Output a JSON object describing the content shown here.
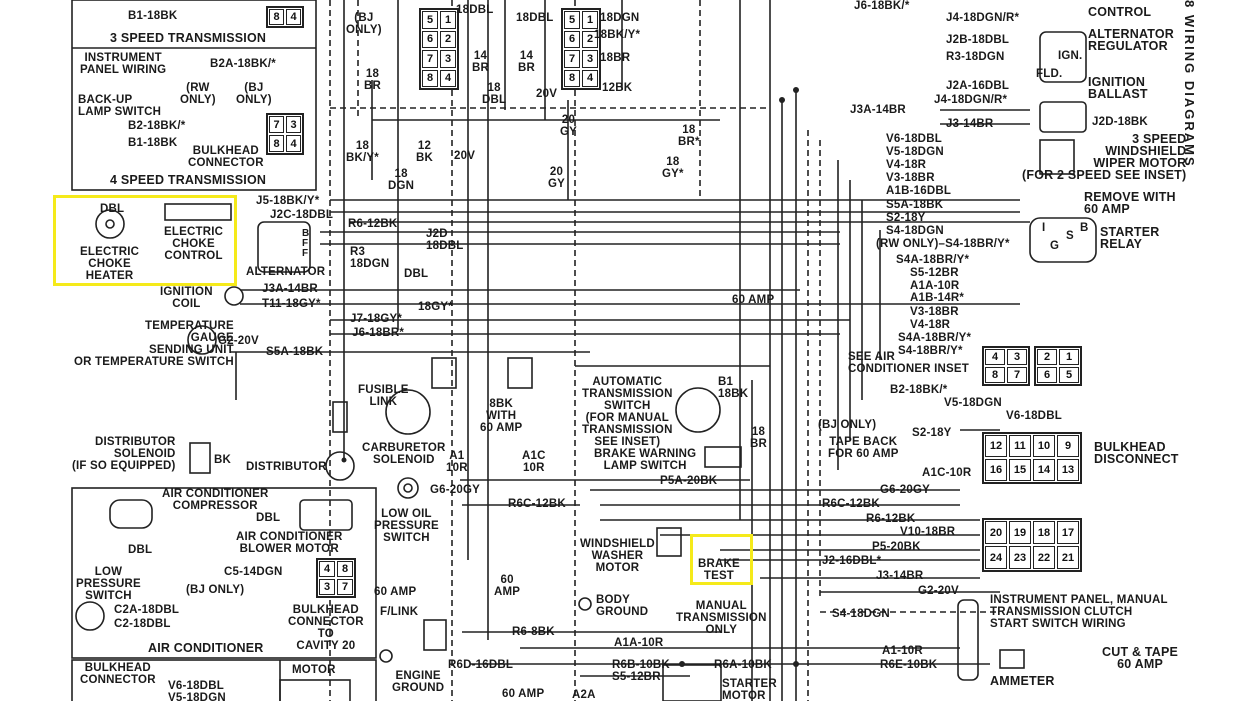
{
  "diagram": {
    "side_title": "8  WIRING DIAGRAMS",
    "highlight_color": "#f5ea1a",
    "labels": {
      "b1_18bk_top": "B1-18BK",
      "speed3_trans": "3 SPEED TRANSMISSION",
      "inst_panel_wiring": "INSTRUMENT\nPANEL WIRING",
      "b2a_18bk": "B2A-18BK/*",
      "rw_only": "(RW\nONLY)",
      "bj_only_1": "(BJ\nONLY)",
      "backup_lamp": "BACK-UP\nLAMP SWITCH",
      "b2_18bk": "B2-18BK/*",
      "b1_18bk": "B1-18BK",
      "bulkhead_connector": "BULKHEAD\nCONNECTOR",
      "speed4_trans": "4 SPEED TRANSMISSION",
      "dbl_choke": "DBL",
      "electric_choke_heater": "ELECTRIC\nCHOKE\nHEATER",
      "electric_choke_control": "ELECTRIC\nCHOKE\nCONTROL",
      "j5_18bk": "J5-18BK/Y*",
      "j2c_18dbl": "J2C-18DBL",
      "r6_12bk": "R6-12BK",
      "j2d_18dbl": "J2D\n18DBL",
      "r3_18dgn": "R3\n18DGN",
      "dbl_vert": "DBL",
      "alternator": "ALTERNATOR",
      "bff": "B\nF\nF",
      "ignition_coil": "IGNITION\nCOIL",
      "j3a_14br": "J3A-14BR",
      "t11_18gy": "T11-18GY*",
      "gy18_mid": "18GY*",
      "j7_18gy": "J7-18GY*",
      "j6_18br": "J6-18BR*",
      "temp_gauge": "TEMPERATURE\nGAUGE\nSENDING UNIT\nOR TEMPERATURE SWITCH",
      "g2_20v": "G2-20V",
      "s5a_18bk": "S5A-18BK",
      "fusible_link": "FUSIBLE\nLINK",
      "bk8_60amp": "8BK\nWITH\n60 AMP",
      "carb_solenoid": "CARBURETOR\nSOLENOID",
      "a1_10r": "A1\n10R",
      "a1c_10r": "A1C\n10R",
      "distributor_solenoid": "DISTRIBUTOR\nSOLENOID\n(IF SO EQUIPPED)",
      "bk": "BK",
      "distributor": "DISTRIBUTOR",
      "top_18dbl_1": "18DBL",
      "bj_only_top": "(BJ\nONLY)",
      "top_18dbl_2": "18DBL",
      "top_18dgn": "18DGN",
      "top_18bk_y": "18BK/Y*",
      "top_18br": "18BR",
      "br14_a": "14\nBR",
      "br18_a": "18\nBR",
      "dbl18_a": "18\nDBL",
      "br14_b": "14\nBR",
      "v20_a": "20V",
      "bk12_a": "12BK",
      "gy20_a": "20\nGY",
      "br18_b": "18\nBR*",
      "bky18": "18\nBK/Y*",
      "bk12_b": "12\nBK",
      "v20_b": "20V",
      "dgn18": "18\nDGN",
      "gy20_b": "20\nGY",
      "gy18_c": "18\nGY*",
      "j6_18bk": "J6-18BK/*",
      "control": "CONTROL",
      "j4_18dgn": "J4-18DGN/R*",
      "j2b_18dbl": "J2B-18DBL",
      "r3_18dgn_r": "R3-18DGN",
      "alt_regulator": "ALTERNATOR\nREGULATOR",
      "ign": "IGN.",
      "fld": "FLD.",
      "j2a_16dbl": "J2A-16DBL",
      "j4_18dgn_r2": "J4-18DGN/R*",
      "ignition_ballast": "IGNITION\nBALLAST",
      "j3a_14br_r": "J3A-14BR",
      "j3_14br": "J3-14BR",
      "j2d_18bk": "J2D-18BK",
      "speed3_wiper": "3 SPEED\nWINDSHIELD\nWIPER MOTOR\n(FOR 2 SPEED SEE INSET)",
      "v6_18dbl": "V6-18DBL",
      "v5_18dgn": "V5-18DGN",
      "v4_18r": "V4-18R",
      "v3_18br": "V3-18BR",
      "a1b_16dbl": "A1B-16DBL",
      "s5a_18bk_r": "S5A-18BK",
      "s2_18y": "S2-18Y",
      "s4_18dgn": "S4-18DGN",
      "rw_only_s4": "(RW ONLY)–S4-18BR/Y*",
      "s4a_18br_y": "S4A-18BR/Y*",
      "s5_12br": "S5-12BR",
      "a1a_10r": "A1A-10R",
      "a1b_14r": "A1B-14R*",
      "v3_18br_b": "V3-18BR",
      "v4_18r_b": "V4-18R",
      "s4a_18br_y2": "S4A-18BR/Y*",
      "s4_18br_y": "S4-18BR/Y*",
      "remove_60amp": "REMOVE WITH\n60 AMP",
      "starter_relay": "STARTER\nRELAY",
      "relay_i": "I",
      "relay_g": "G",
      "relay_s": "S",
      "relay_b": "B",
      "amp60_a": "60 AMP",
      "see_air_cond": "SEE AIR\nCONDITIONER INSET",
      "b2_18bk_r": "B2-18BK/*",
      "v5_18dgn_b": "V5-18DGN",
      "v6_18dbl_b": "V6-18DBL",
      "auto_trans": "AUTOMATIC\nTRANSMISSION\nSWITCH\n(FOR MANUAL\nTRANSMISSION\nSEE INSET)",
      "b1_18bk_mid": "B1\n18BK",
      "br18_c": "18\nBR",
      "brake_warning": "BRAKE WARNING\nLAMP SWITCH",
      "bj_only_b": "(BJ ONLY)",
      "tape_back": "TAPE BACK\nFOR 60 AMP",
      "s2_18y_b": "S2-18Y",
      "bulkhead_disconnect": "BULKHEAD\nDISCONNECT",
      "a1c_10r_b": "A1C-10R",
      "p5a_20bk": "P5A-20BK",
      "g6_20gy": "G6-20GY",
      "g6_20gy_r": "G6-20GY",
      "r6c_12bk": "R6C-12BK",
      "r6c_12bk_r": "R6C-12BK",
      "r6_12bk_r": "R6-12BK",
      "v10_18br": "V10-18BR",
      "p5_20bk": "P5-20BK",
      "j2_16dbl": "J2-16DBL*",
      "j3_14br_b": "J3-14BR",
      "g2_20v_b": "G2-20V",
      "low_oil": "LOW OIL\nPRESSURE\nSWITCH",
      "windshield_washer": "WINDSHIELD\nWASHER\nMOTOR",
      "brake_test": "BRAKE\nTEST",
      "amp60_v": "60\nAMP",
      "amp60_f": "60 AMP",
      "f_link": "F/LINK",
      "body_ground": "BODY\nGROUND",
      "manual_trans": "MANUAL\nTRANSMISSION\nONLY",
      "r6_8bk": "R6-8BK",
      "s4_18dgn_b": "S4-18DGN",
      "inst_panel_manual": "INSTRUMENT PANEL, MANUAL\nTRANSMISSION CLUTCH\nSTART SWITCH WIRING",
      "a1a_10r_b": "A1A-10R",
      "a1_10r_r": "A1-10R",
      "r6d_16dbl": "R6D-16DBL",
      "r6b_10bk": "R6B-10BK",
      "r6a_10bk": "R6A-10BK",
      "r6e_10bk": "R6E-10BK",
      "cut_tape": "CUT & TAPE\n60 AMP",
      "engine_ground": "ENGINE\nGROUND",
      "amp60_b": "60 AMP",
      "a2a": "A2A",
      "s5_12br_b": "S5-12BR",
      "starter_motor": "STARTER\nMOTOR",
      "ammeter": "AMMETER",
      "ac_compressor": "AIR CONDITIONER\nCOMPRESSOR",
      "ac_dbl": "DBL",
      "ac_blower": "AIR CONDITIONER\nBLOWER MOTOR",
      "ac_dbl2": "DBL",
      "c5_14dgn": "C5-14DGN",
      "low_pressure": "LOW\nPRESSURE\nSWITCH",
      "bj_only_ac": "(BJ ONLY)",
      "c2a_18dbl": "C2A-18DBL",
      "c2_18dbl": "C2-18DBL",
      "bulkhead_cavity": "BULKHEAD\nCONNECTOR\nTO\nCAVITY 20",
      "air_conditioner": "AIR CONDITIONER",
      "bulkhead_conn_bottom": "BULKHEAD\nCONNECTOR",
      "motor": "MOTOR",
      "v6_18dbl_c": "V6-18DBL",
      "v5_18dgn_c": "V5-18DGN"
    },
    "connectors": {
      "top_left_pins": [
        "8",
        "4"
      ],
      "backup_pins": [
        "7",
        "3",
        "8",
        "4"
      ],
      "center_left_pins": [
        "5",
        "1",
        "6",
        "2",
        "7",
        "3",
        "8",
        "4"
      ],
      "center_right_pins": [
        "5",
        "1",
        "6",
        "2",
        "7",
        "3",
        "8",
        "4"
      ],
      "ac_inset_pins": [
        "4",
        "3",
        "8",
        "7"
      ],
      "wiper_pins": [
        "2",
        "1",
        "6",
        "5"
      ],
      "bulkhead_a": [
        "12",
        "11",
        "10",
        "9",
        "16",
        "15",
        "14",
        "13"
      ],
      "bulkhead_b": [
        "20",
        "19",
        "18",
        "17",
        "24",
        "23",
        "22",
        "21"
      ],
      "ac_blower_pins": [
        "4",
        "8",
        "3",
        "7"
      ]
    }
  }
}
